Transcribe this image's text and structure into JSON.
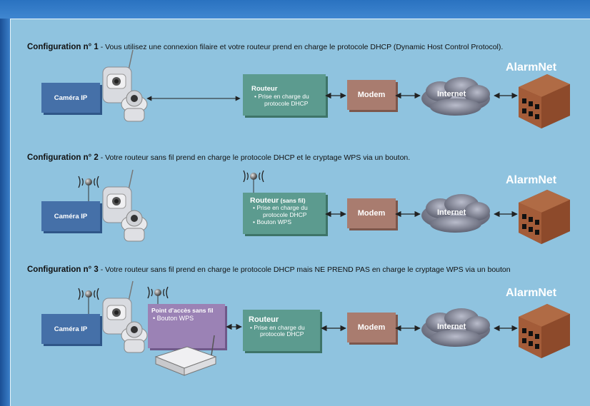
{
  "colors": {
    "panel": "#8fc3df",
    "router": "#5c9b8f",
    "modem": "#a97c6f",
    "camera_box": "#4570a8",
    "access_point": "#9b82b5",
    "cloud": "#6d6f80",
    "building": "#9a5a3a"
  },
  "configs": [
    {
      "heading": "Configuration n° 1",
      "description": " - Vous utilisez une connexion filaire et votre routeur prend en charge le protocole DHCP (Dynamic Host Control Protocol).",
      "camera_label": "Caméra IP",
      "router_title": "Routeur",
      "router_items": [
        "• Prise en charge du",
        "protocole DHCP"
      ],
      "modem_label": "Modem",
      "internet_label": "Internet",
      "alarmnet_label": "AlarmNet"
    },
    {
      "heading": "Configuration n° 2",
      "description": " - Votre routeur sans fil prend en charge le protocole DHCP et le cryptage WPS via un bouton.",
      "camera_label": "Caméra IP",
      "router_title": "Routeur",
      "router_title_suffix": " (sans fil)",
      "router_items": [
        "• Prise en charge du",
        "protocole DHCP",
        "• Bouton WPS"
      ],
      "modem_label": "Modem",
      "internet_label": "Internet",
      "alarmnet_label": "AlarmNet"
    },
    {
      "heading": "Configuration n° 3",
      "description": " - Votre routeur sans fil prend en charge le protocole DHCP mais NE PREND PAS en charge le cryptage WPS via un bouton",
      "camera_label": "Caméra IP",
      "ap_title": "Point d’accès sans fil",
      "ap_items": [
        "• Bouton WPS"
      ],
      "router_title": "Routeur",
      "router_items": [
        "• Prise en charge du",
        "protocole DHCP"
      ],
      "modem_label": "Modem",
      "internet_label": "Internet",
      "alarmnet_label": "AlarmNet"
    }
  ]
}
